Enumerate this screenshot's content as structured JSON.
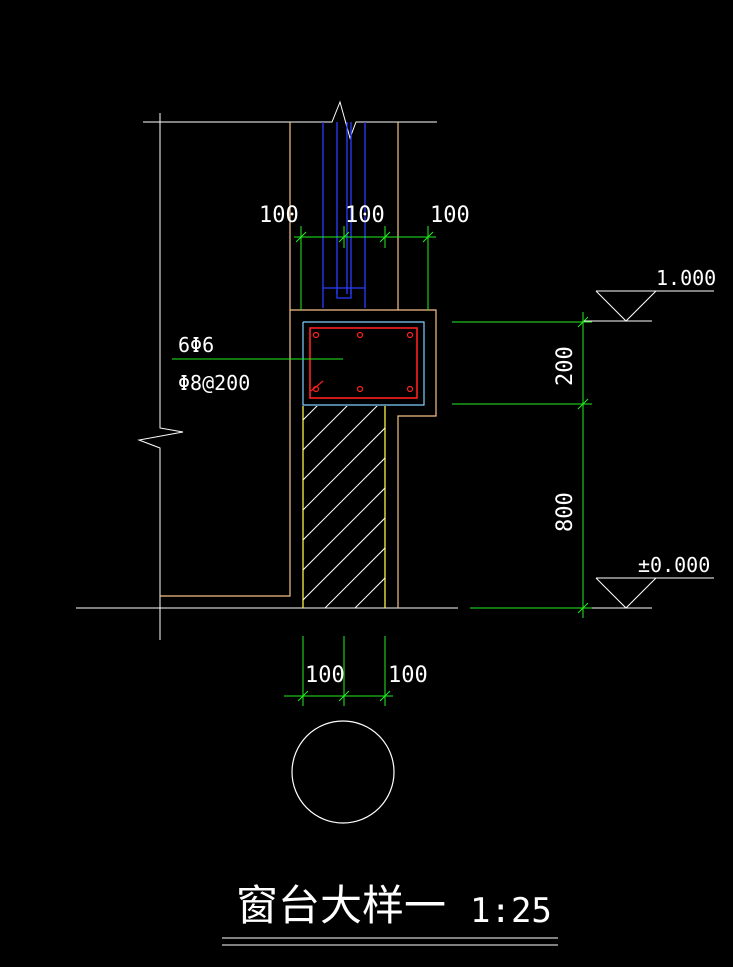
{
  "drawing": {
    "title": "窗台大样一",
    "scale": "1:25"
  },
  "dimensions": {
    "top_left": "100",
    "top_mid": "100",
    "top_right": "100",
    "bottom_left": "100",
    "bottom_right": "100",
    "vertical_upper": "200",
    "vertical_lower": "800"
  },
  "elevations": {
    "upper": "1.000",
    "lower": "±0.000"
  },
  "rebar": {
    "longitudinal": "6Φ6",
    "stirrup": "Φ8@200"
  },
  "colors": {
    "background": "#000000",
    "line_white": "#ffffff",
    "wall_outline": "#f5c08a",
    "hatch": "#ffffff",
    "masonry": "#e8e040",
    "pipe": "#2a3cff",
    "dimension": "#22ee22",
    "concrete_cover": "#7fd0ff",
    "rebar": "#ff2020"
  }
}
